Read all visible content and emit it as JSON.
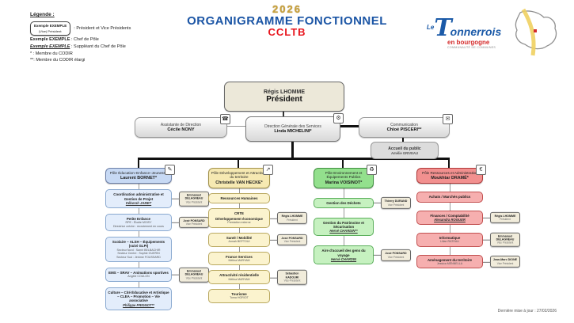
{
  "header": {
    "year": "2026",
    "title": "ORGANIGRAMME FONCTIONNEL",
    "subtitle": "CCLTB",
    "colors": {
      "year": "#C9A13B",
      "title": "#1B55A5",
      "subtitle": "#E8141C"
    }
  },
  "legend": {
    "heading": "Légende :",
    "sample_box_name": "Exemple EXEMPLE",
    "sample_box_role": "(Vice) Président:",
    "sample_caption": ": Président et Vice Présidents",
    "chef_term": "Exemple EXEMPLE",
    "chef_desc": ": Chef de Pôle",
    "suppleant_term": "Exemple EXEMPLE",
    "suppleant_desc": ": Suppléant du Chef de Pôle",
    "codir_note": "* : Membre du CODIR",
    "codir_elargi_note": "**: Membre du CODIR élargi"
  },
  "logo": {
    "le": "Le",
    "t": "T",
    "name": "onnerrois",
    "region": "en bourgogne",
    "tagline": "COMMUNAUTÉ DE COMMUNES"
  },
  "chart": {
    "president": {
      "name": "Régis LHOMME",
      "role": "Président"
    },
    "assistante": {
      "title": "Assistante de Direction",
      "name": "Cécile NONY",
      "icon": "☎"
    },
    "dgs": {
      "title": "Direction Générale des Services",
      "name": "Linda MICHELINI*",
      "icon": "⚙"
    },
    "communication": {
      "title": "Communication",
      "name": "Chloé PISCERI**",
      "icon": "✉"
    },
    "accueil": {
      "title": "Accueil du public",
      "name": "Amélie GRIVEAU"
    }
  },
  "poles": [
    {
      "title": "Pôle Éducation–Enfance–Jeunesse",
      "chief": "Laurent BORNET*",
      "icon": "✎",
      "head_bg": "#c7d9f4",
      "head_border": "#6c7fa8",
      "item_bg": "#e3edfb",
      "item_border": "#89a9d0",
      "items": [
        {
          "title": "Coordination administrative et Gestion de Projet",
          "name": "Déborah JAMET",
          "side": {
            "name": "Emmanuel DELAGNEAU",
            "role": "Vice Président"
          }
        },
        {
          "title": "Petite Enfance",
          "subs": [
            "RPE : Élodie MOISY",
            "Directrice crèche : recrutement en cours"
          ],
          "side": {
            "name": "José PONSARD",
            "role": "Vice Président"
          }
        },
        {
          "title": "Scolaire – ALSH – Équipements (suivi GLPI)",
          "subs": [
            "Secteur Nord : Samir BELBACHIR",
            "Secteur Centre : Sophie GUERIN",
            "Secteur Sud : Jérôme FOUSSARD"
          ]
        },
        {
          "title": "EMS – SRAV – Animations sportives",
          "subs": [
            "Angèle COULON"
          ],
          "side": {
            "name": "Emmanuel DELAGNEAU",
            "role": "Vice Président"
          }
        },
        {
          "title": "Culture – Cité Éducative et Artistique – CLEA – Promotion – Vie associative",
          "name": "Philippe PRIGNOT**"
        }
      ]
    },
    {
      "title": "Pôle Développement et Attractivité du territoire",
      "chief": "Christelle VAN HECKE*",
      "icon": "↗",
      "head_bg": "#f6e9b2",
      "head_border": "#a3924c",
      "item_bg": "#fbf3ce",
      "item_border": "#b9a860",
      "items": [
        {
          "title": "Ressources Humaines"
        },
        {
          "title": "CRTE",
          "title2": "Développement économique",
          "subs": [
            "Prestation externe"
          ],
          "side": {
            "name": "Régis LHOMME",
            "role": "Président"
          }
        },
        {
          "title": "Santé / Mobilité",
          "subs": [
            "Annah BEFTOUI"
          ],
          "side": {
            "name": "José PONSARD",
            "role": "Vice Président"
          }
        },
        {
          "title": "France Services",
          "subs": [
            "Mélina MARYAM"
          ]
        },
        {
          "title": "Attractivité résidentielle",
          "subs": [
            "Mélina MARYAM"
          ],
          "side": {
            "name": "Sébastien KADOURI",
            "role": "Vice-Président"
          }
        },
        {
          "title": "Tourisme",
          "subs": [
            "Toma HORIOT"
          ]
        }
      ]
    },
    {
      "title": "Pôle Environnement et Équipements Publics",
      "chief": "Marina VOISINOT*",
      "icon": "♻",
      "head_bg": "#93e08d",
      "head_border": "#3f8f3f",
      "item_bg": "#c6f1c0",
      "item_border": "#5baf5b",
      "items": [
        {
          "title": "Gestion des Déchets",
          "side": {
            "name": "Thierry DURAND",
            "role": "Vice Président"
          }
        },
        {
          "title": "Gestion du Patrimoine et Sécurisation",
          "name": "Hervé CHARDIN**"
        },
        {
          "title": "Aire d'accueil des gens du voyage",
          "name": "Hervé CHARDIN",
          "side": {
            "name": "José PONSARD",
            "role": "Vice Président"
          }
        }
      ]
    },
    {
      "title": "Pôle Ressources et Administration",
      "chief": "Moukhtar DRAMÉ*",
      "icon": "€",
      "head_bg": "#f2908f",
      "head_border": "#b03a3a",
      "item_bg": "#f6afaf",
      "item_border": "#c25050",
      "items": [
        {
          "title": "Achats / Marchés publics"
        },
        {
          "title": "Finances / Comptabilité",
          "name": "Alexandra ROGUER",
          "side": {
            "name": "Régis LHOMME",
            "role": "Président"
          }
        },
        {
          "title": "Informatique",
          "subs": [
            "Lilian RATEAU"
          ],
          "side": {
            "name": "Emmanuel DELAGNEAU",
            "role": "Vice Président"
          }
        },
        {
          "title": "Aménagement du territoire",
          "subs": [
            "Jessica MENNELLA"
          ],
          "side": {
            "name": "Jean-Marc DIONE",
            "role": "Vice Président"
          }
        }
      ]
    }
  ],
  "footer": {
    "updated": "Dernière mise à jour : 27/02/2026"
  }
}
